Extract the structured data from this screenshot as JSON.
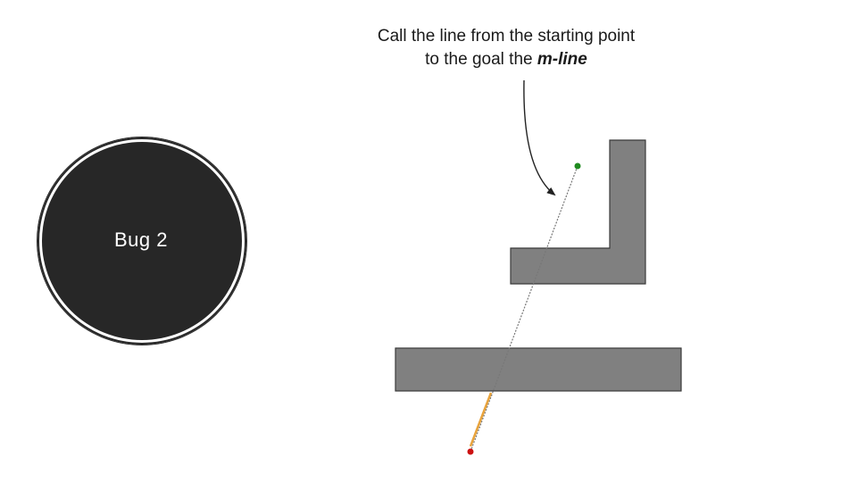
{
  "slide": {
    "label": "Bug 2"
  },
  "annotation": {
    "text_before": "Call the line from the starting point to the goal the ",
    "term": "m-line"
  },
  "colors": {
    "circle": "#272727",
    "obstacle": "#808080",
    "obstacle_edge": "#3a3a3a",
    "m_line": "#777777",
    "path": "#e8a33c",
    "start": "#cc1111",
    "goal": "#1f8a1f"
  }
}
